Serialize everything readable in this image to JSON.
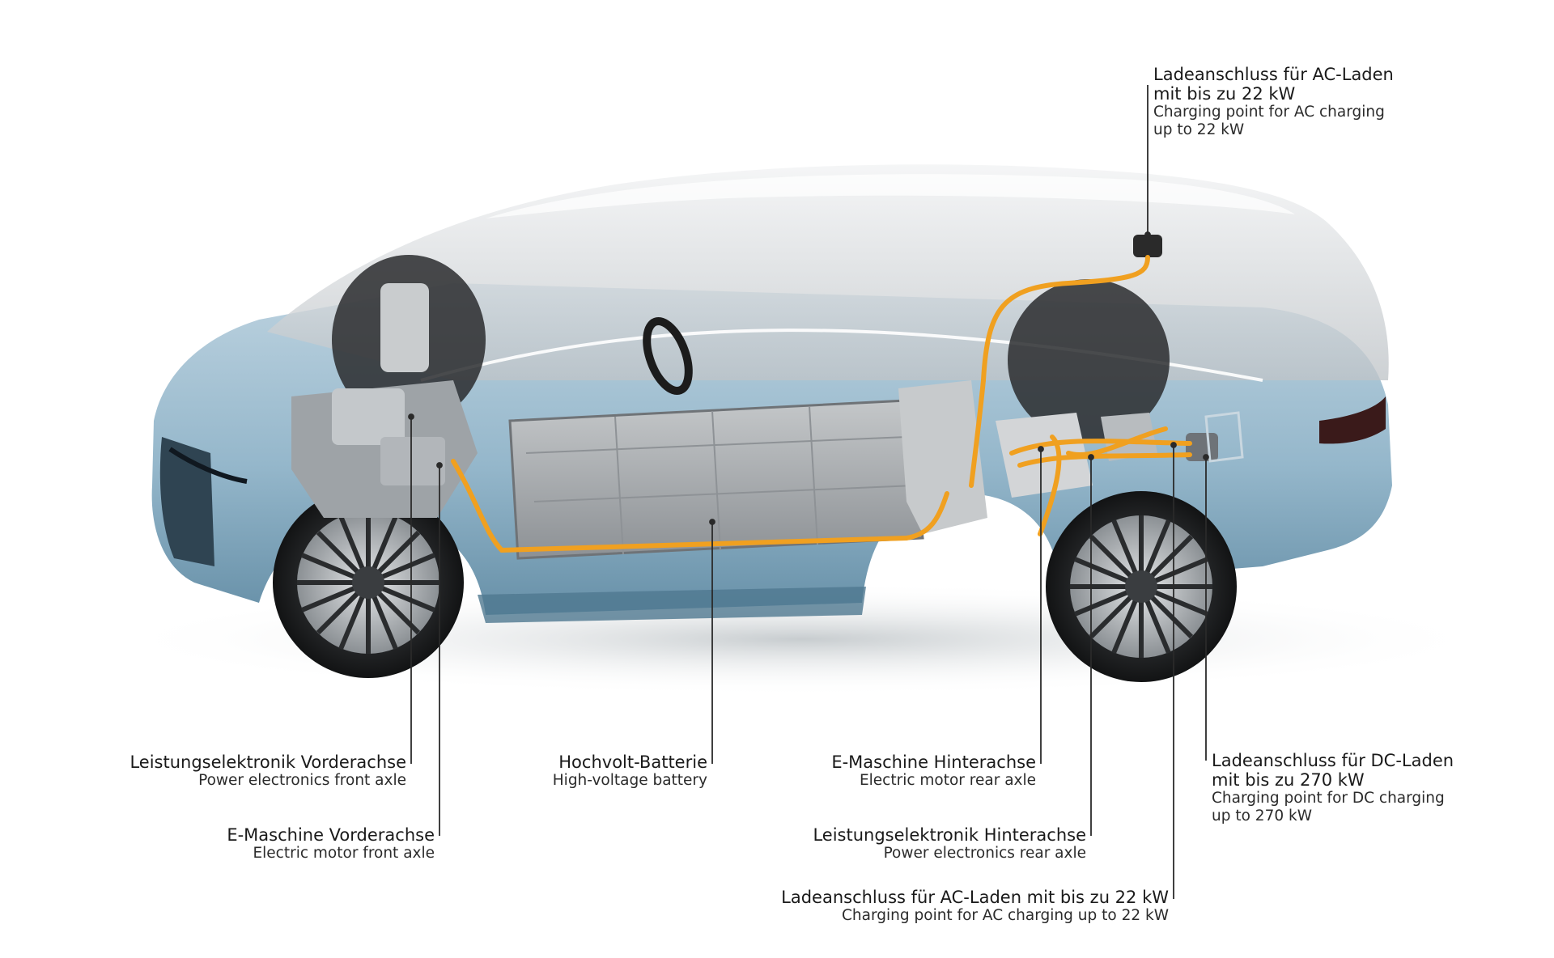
{
  "colors": {
    "body_blue": "#8fb3c8",
    "body_dark": "#5f8aa3",
    "hv_cable": "#f0a020",
    "glass": "#dfe3e6",
    "battery": "#a9adb0",
    "leader_line": "#2a2a2a"
  },
  "labels": {
    "ac_top": {
      "de_line1": "Ladeanschluss für AC-Laden",
      "de_line2": "mit bis zu 22 kW",
      "en_line1": "Charging point for AC charging",
      "en_line2": "up to 22 kW"
    },
    "pe_front": {
      "de": "Leistungselektronik Vorderachse",
      "en": "Power electronics front axle"
    },
    "motor_front": {
      "de": "E-Maschine Vorderachse",
      "en": "Electric motor front axle"
    },
    "battery": {
      "de": "Hochvolt-Batterie",
      "en": "High-voltage battery"
    },
    "motor_rear": {
      "de": "E-Maschine Hinterachse",
      "en": "Electric motor rear axle"
    },
    "pe_rear": {
      "de": "Leistungselektronik Hinterachse",
      "en": "Power electronics rear axle"
    },
    "ac_bottom": {
      "de": "Ladeanschluss für AC-Laden mit bis zu 22 kW",
      "en": "Charging point for AC charging up to 22 kW"
    },
    "dc": {
      "de_line1": "Ladeanschluss für DC-Laden",
      "de_line2": "mit bis zu 270 kW",
      "en_line1": "Charging point for DC charging",
      "en_line2": "up to 270 kW"
    }
  }
}
